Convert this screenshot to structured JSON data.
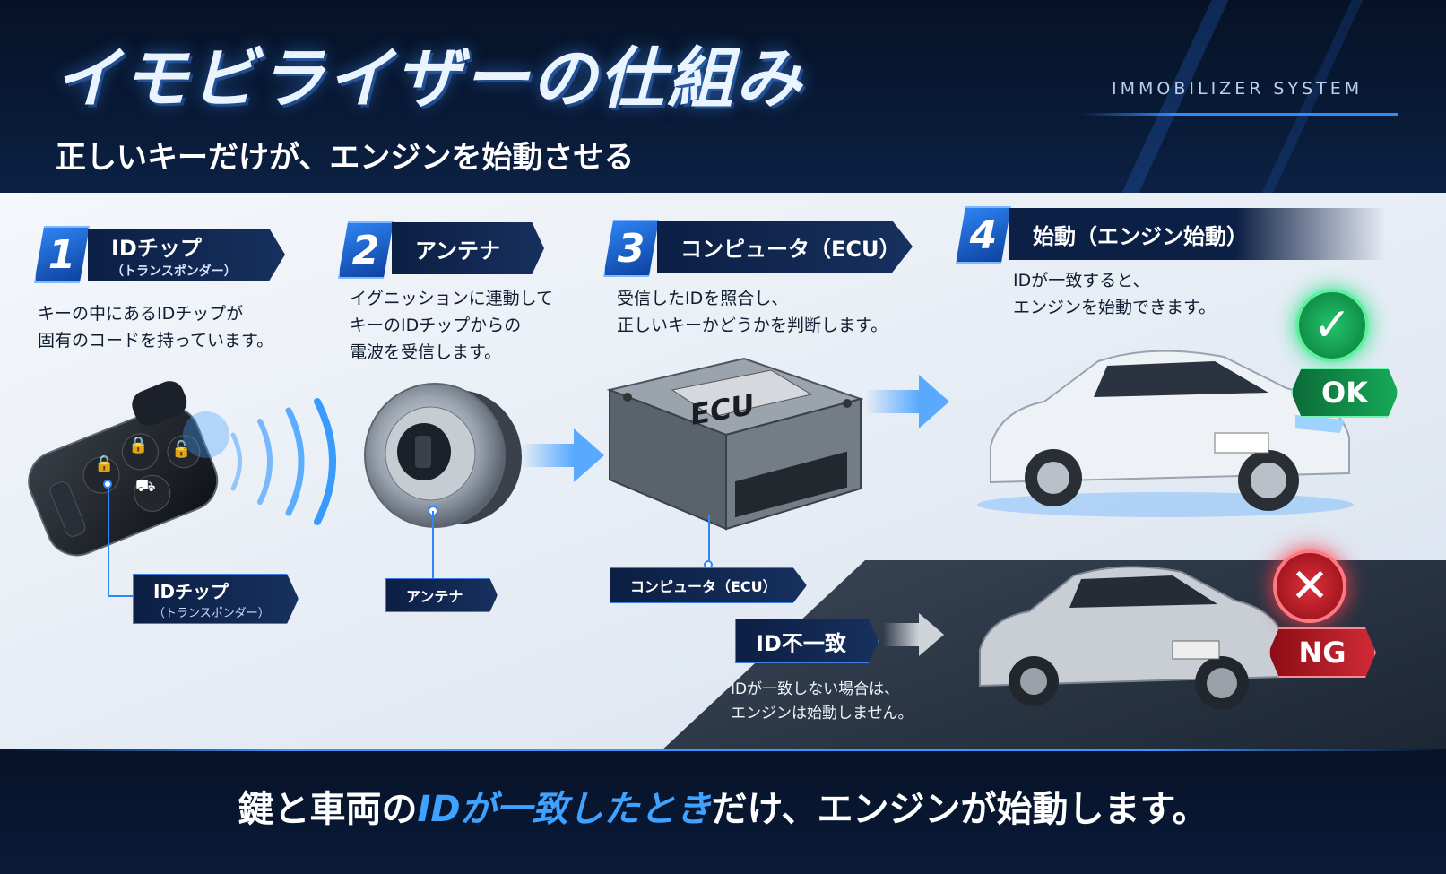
{
  "header": {
    "title": "イモビライザーの仕組み",
    "subtitle": "正しいキーだけが、エンジンを始動させる",
    "tag": "IMMOBILIZER SYSTEM"
  },
  "steps": [
    {
      "num": "1",
      "label": "IDチップ",
      "sublabel": "（トランスポンダー）",
      "desc": [
        "キーの中にあるIDチップが",
        "固有のコードを持っています。"
      ]
    },
    {
      "num": "2",
      "label": "アンテナ",
      "sublabel": "",
      "desc": [
        "イグニッションに連動して",
        "キーのIDチップからの",
        "電波を受信します。"
      ]
    },
    {
      "num": "3",
      "label": "コンピュータ（ECU）",
      "sublabel": "",
      "desc": [
        "受信したIDを照合し、",
        "正しいキーかどうかを判断します。"
      ]
    },
    {
      "num": "4",
      "label": "始動（エンジン始動）",
      "sublabel": "",
      "desc": [
        "IDが一致すると、",
        "エンジンを始動できます。"
      ]
    }
  ],
  "callouts": {
    "chip": {
      "label": "IDチップ",
      "sublabel": "（トランスポンダー）"
    },
    "antenna": {
      "label": "アンテナ"
    },
    "ecu": {
      "label": "コンピュータ（ECU）"
    }
  },
  "ecu_box_label": "ECU",
  "result_ok": {
    "label": "OK"
  },
  "result_ng": {
    "label": "NG",
    "mismatch_label": "ID不一致",
    "desc": [
      "IDが一致しない場合は、",
      "エンジンは始動しません。"
    ]
  },
  "footer": {
    "before": "鍵と車両の",
    "highlight": "IDが一致したとき",
    "after": "だけ、エンジンが始動します。"
  },
  "colors": {
    "accent": "#2f86f5",
    "navy": "#0c1f44",
    "ok": "#17a957",
    "ng": "#d02a36"
  },
  "icons": [
    "lock-icon",
    "unlock-icon",
    "trunk-icon",
    "check-icon",
    "cross-icon"
  ]
}
